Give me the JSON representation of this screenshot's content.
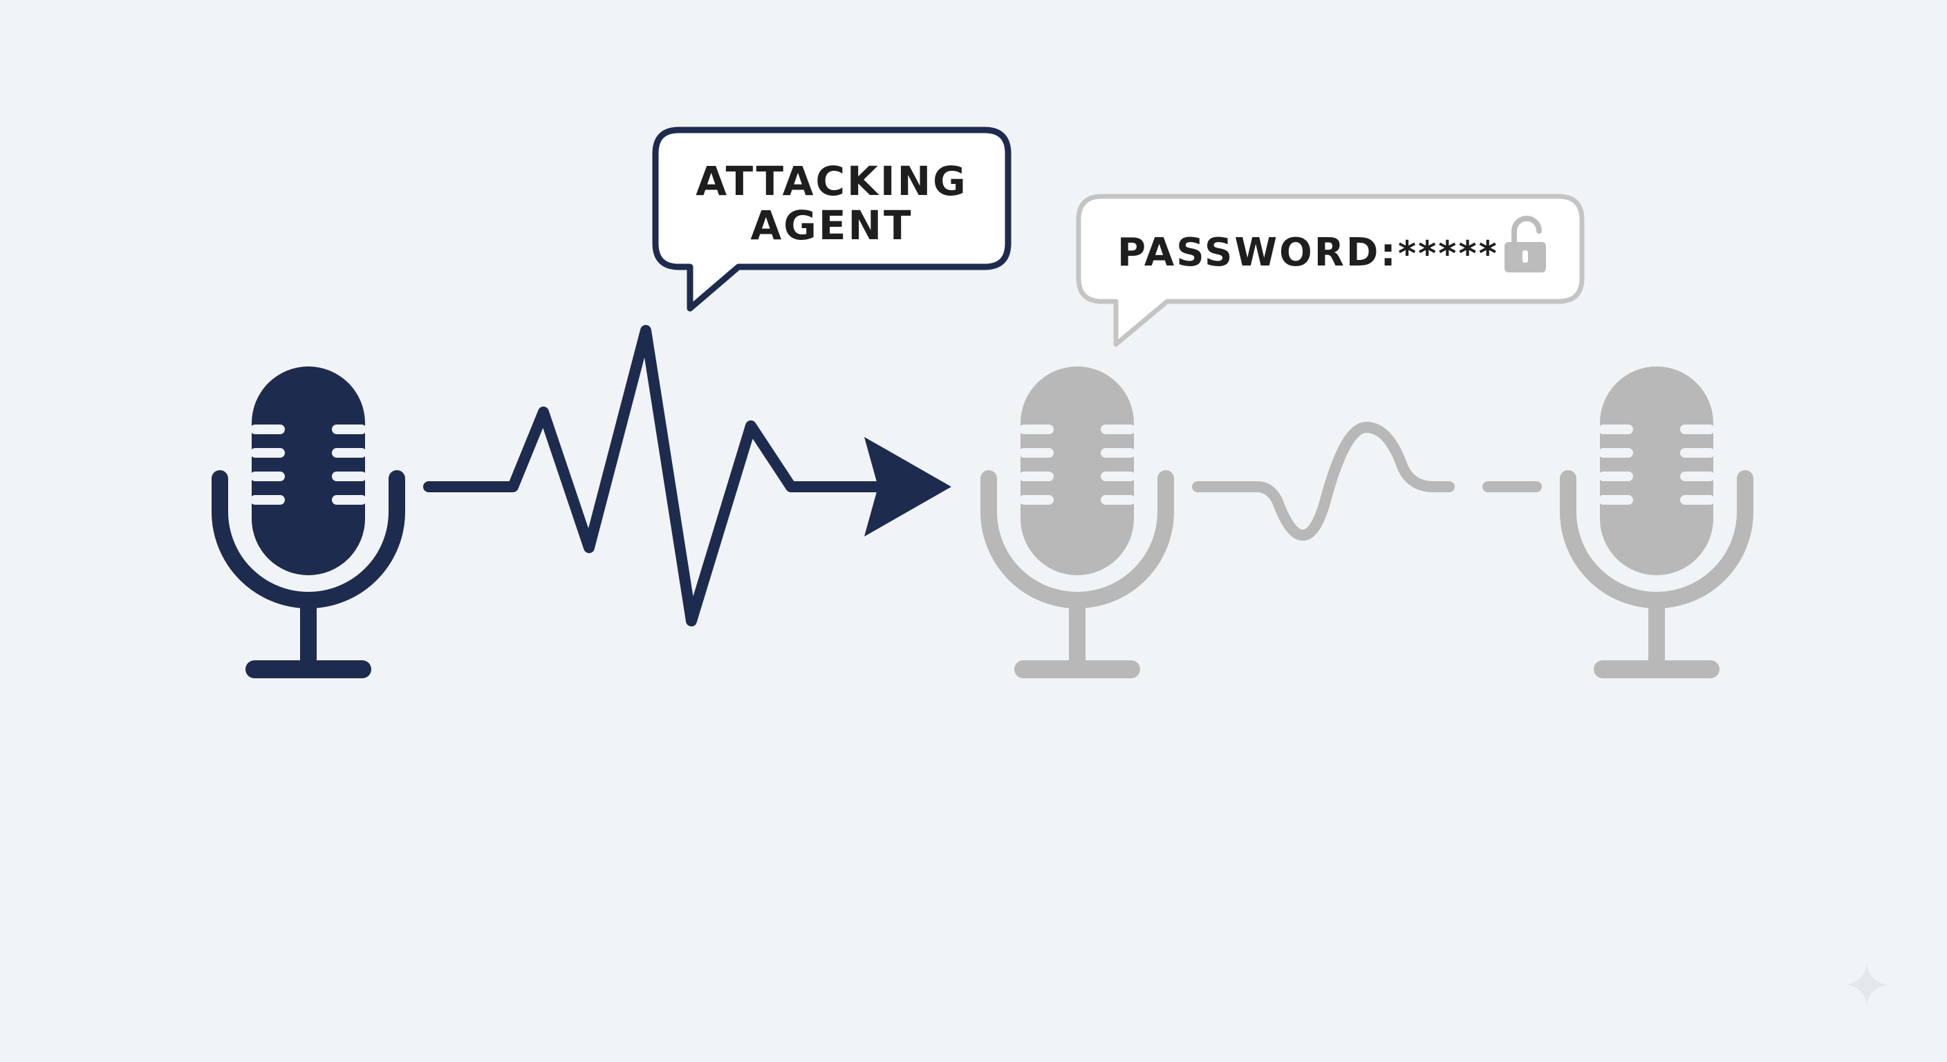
{
  "colors": {
    "background": "#f1f4f6",
    "attacker": "#1d2b4f",
    "target": "#b8b8b8",
    "bubble_text": "#1e1e1e",
    "bubble_fill": "#ffffff"
  },
  "attacker_bubble": {
    "line1": "ATTACKING",
    "line2": "AGENT"
  },
  "password_bubble": {
    "label": "PASSWORD:",
    "mask": "*****",
    "icon": "unlocked-padlock-icon"
  },
  "icons": {
    "attacker_mic": "microphone-icon",
    "target_mic": "microphone-icon",
    "relay_mic": "microphone-icon",
    "attack_wave": "heartbeat-spike-arrow",
    "relay_wave": "sine-wave-dashed-line"
  },
  "corner_mark": "sparkle-icon"
}
